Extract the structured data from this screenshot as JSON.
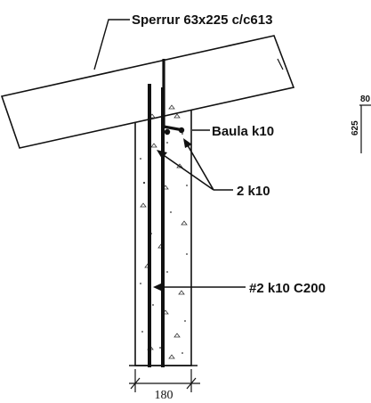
{
  "labels": {
    "rafter": "Sperrur 63x225 c/c613",
    "bent_bar": "Baula k10",
    "bars": "2 k10",
    "vertical_bars": "#2 k10 C200",
    "width": "180",
    "edge_top": "80",
    "edge_side": "625"
  }
}
